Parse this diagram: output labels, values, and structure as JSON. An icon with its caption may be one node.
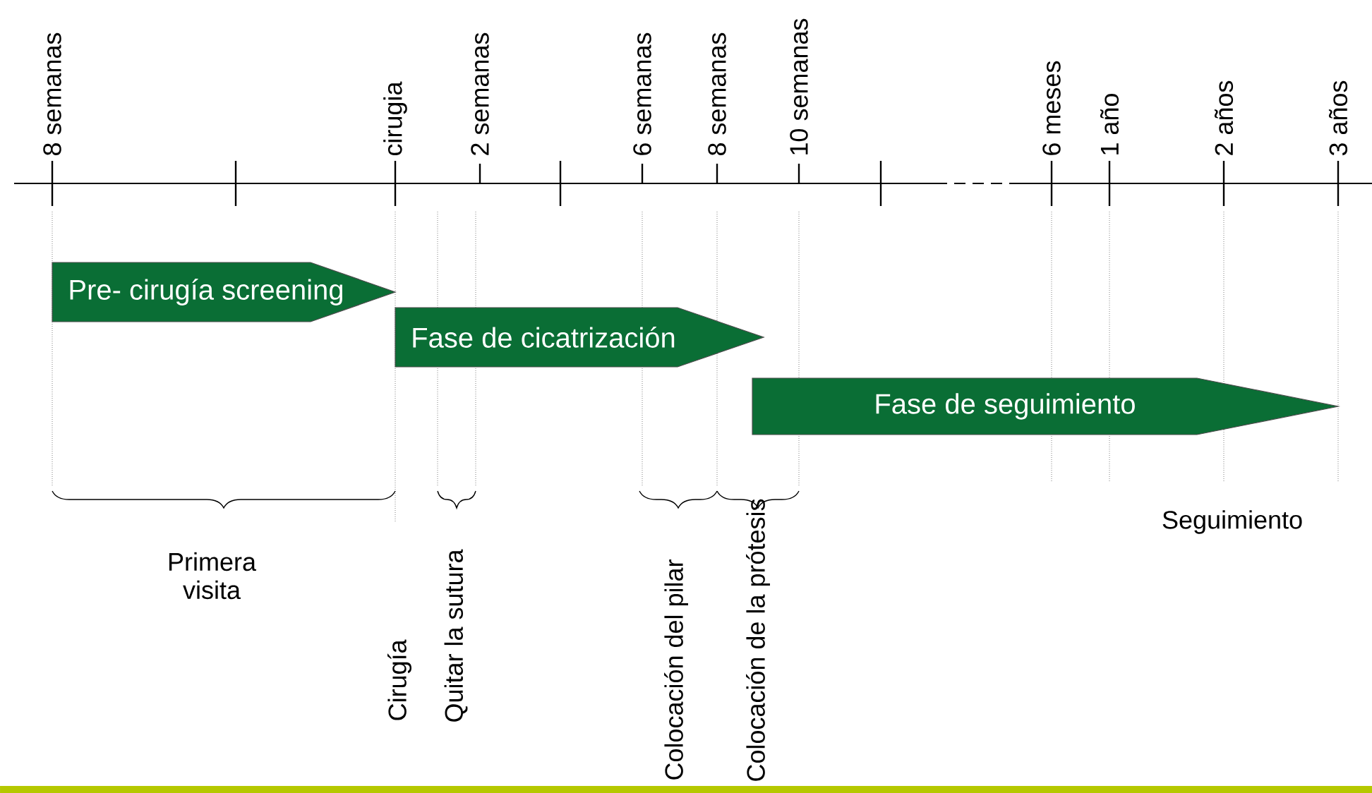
{
  "diagram": {
    "nodes": [
      {
        "text": [
          "Pre- cirugía screening"
        ]
      },
      {
        "text": [
          "Fase de cicatrización"
        ]
      },
      {
        "text": [
          "Fase de seguimiento"
        ]
      }
    ],
    "labels": [
      "8 semanas",
      "cirugia",
      "2 semanas",
      "6 semanas",
      "8 semanas",
      "10 semanas",
      "6 meses",
      "1 año",
      "2 años",
      "3 años",
      "Primera visita",
      "Seguimiento",
      "Cirugía",
      "Quitar la sutura",
      "Colocación del pilar",
      "Colocación de la prótesis"
    ]
  }
}
